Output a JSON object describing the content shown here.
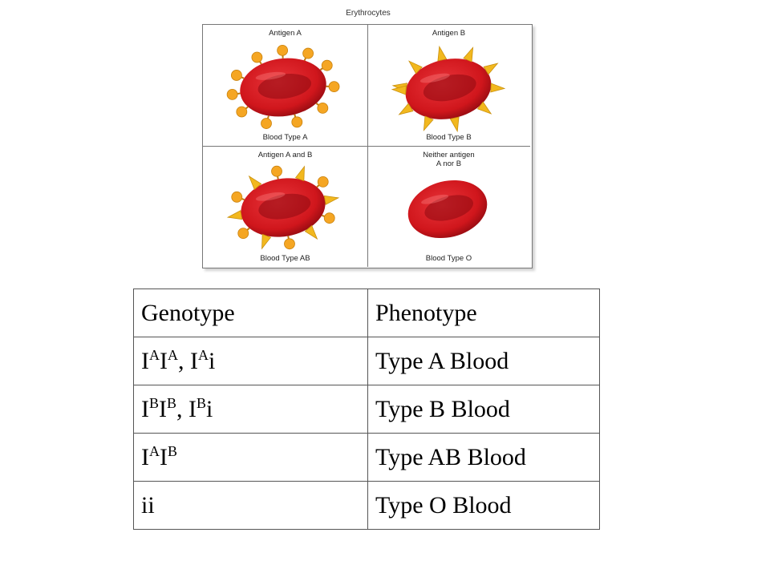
{
  "figure": {
    "title": "Erythrocytes",
    "panels": [
      {
        "top_label": "Antigen A",
        "bottom_label": "Blood Type A"
      },
      {
        "top_label": "Antigen B",
        "bottom_label": "Blood Type B"
      },
      {
        "top_label": "Antigen A and B",
        "bottom_label": "Blood Type AB"
      },
      {
        "top_label_line1": "Neither antigen",
        "top_label_line2": "A nor B",
        "bottom_label": "Blood Type O"
      }
    ],
    "colors": {
      "cell": "#d0161c",
      "cell_dark": "#8e0a10",
      "antigen_a": "#f5a623",
      "antigen_b": "#f2b81e"
    }
  },
  "table": {
    "headers": {
      "genotype": "Genotype",
      "phenotype": "Phenotype"
    },
    "rows": [
      {
        "g": [
          [
            "I",
            ""
          ],
          [
            "A",
            "sup"
          ],
          [
            "I",
            ""
          ],
          [
            "A",
            "sup"
          ],
          [
            ", I",
            ""
          ],
          [
            "A",
            "sup"
          ],
          [
            "i",
            ""
          ]
        ],
        "phenotype": "Type A Blood"
      },
      {
        "g": [
          [
            "I",
            ""
          ],
          [
            "B",
            "sup"
          ],
          [
            "I",
            ""
          ],
          [
            "B",
            "sup"
          ],
          [
            ", I",
            ""
          ],
          [
            "B",
            "sup"
          ],
          [
            "i",
            ""
          ]
        ],
        "phenotype": "Type B Blood"
      },
      {
        "g": [
          [
            "I",
            ""
          ],
          [
            "A",
            "sup"
          ],
          [
            "I",
            ""
          ],
          [
            "B",
            "sup"
          ]
        ],
        "phenotype": "Type AB Blood"
      },
      {
        "g": [
          [
            "ii",
            ""
          ]
        ],
        "phenotype": "Type O Blood"
      }
    ]
  }
}
